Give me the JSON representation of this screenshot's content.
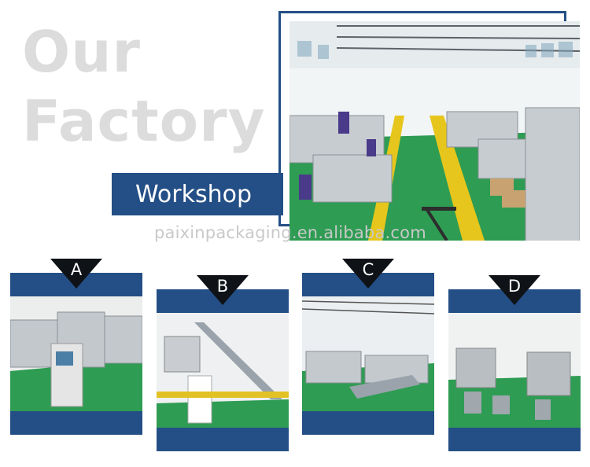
{
  "header": {
    "title_line1": "Our",
    "title_line2": "Factory"
  },
  "section_tag": "Workshop",
  "watermark": "paixinpackaging.en.alibaba.com",
  "cards": [
    {
      "letter": "A"
    },
    {
      "letter": "B"
    },
    {
      "letter": "C"
    },
    {
      "letter": "D"
    }
  ],
  "colors": {
    "brand_blue": "#244f86",
    "title_gray": "#dcdcdc",
    "floor_green": "#2e9c53"
  }
}
